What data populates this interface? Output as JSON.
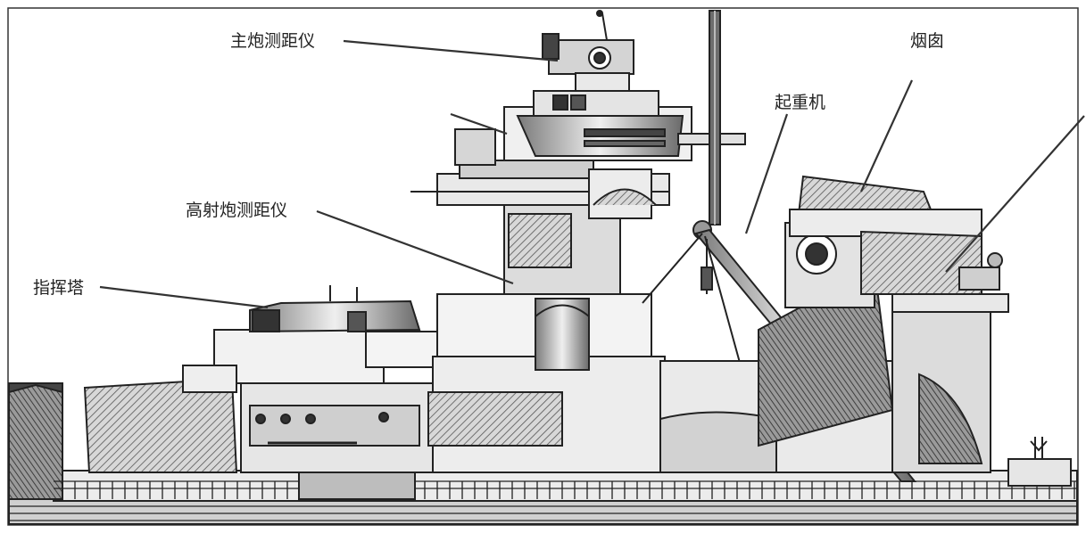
{
  "labels": {
    "main_rangefinder": "主炮测距仪",
    "flak_rangefinder": "高射炮测距仪",
    "conning_tower": "指挥塔",
    "crane": "起重机",
    "funnel": "烟囱"
  },
  "colors": {
    "ink": "#222222",
    "dark": "#3a3a3a",
    "mid": "#8a8a8a",
    "light": "#c9c9c9",
    "paper": "#ffffff"
  }
}
